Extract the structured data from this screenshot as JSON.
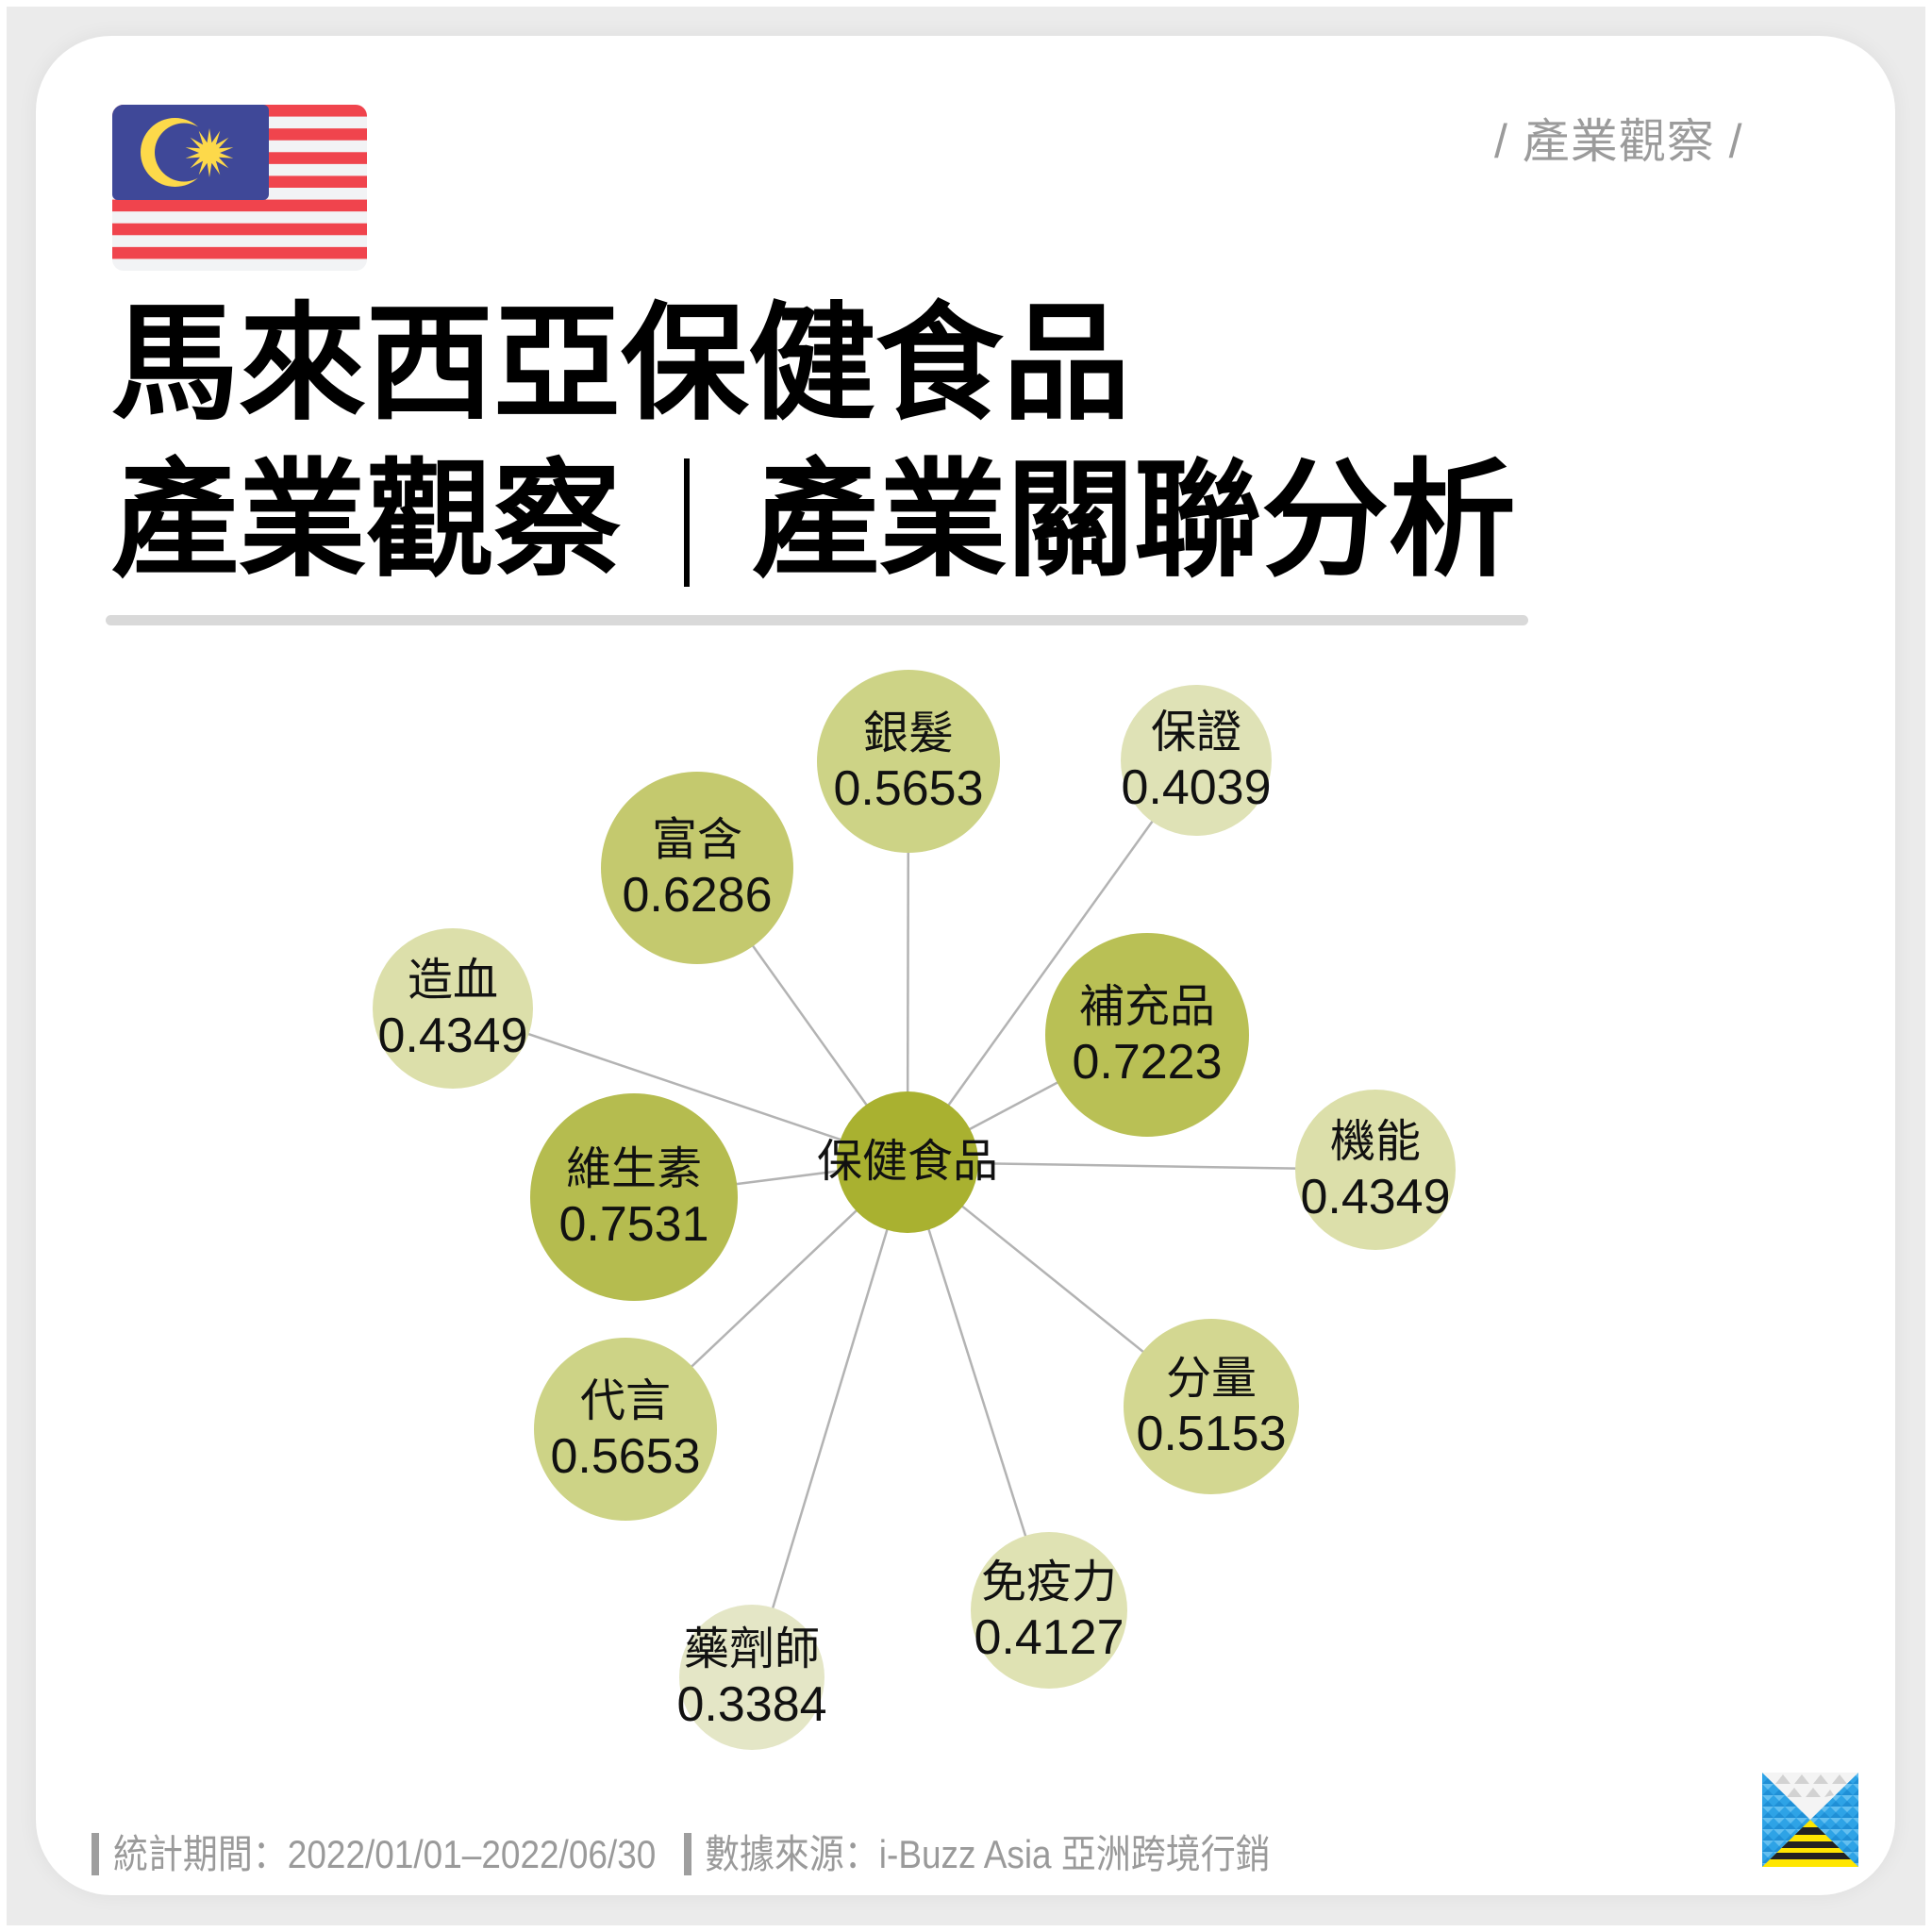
{
  "header": {
    "flag_icon": "malaysia-flag-icon",
    "tag": "/ 產業觀察 /"
  },
  "title": {
    "line1": "馬來西亞保健食品",
    "line2_left": "產業觀察",
    "line2_right": "產業關聯分析"
  },
  "colors": {
    "title": "#000000",
    "divider": "#d9d9d9",
    "edge": "#b3b3b3",
    "footer_text": "#9a9a9a",
    "flag_blue": "#3f4898",
    "flag_red": "#f0444d",
    "flag_yellow": "#fdd94a"
  },
  "chart_data": {
    "type": "network",
    "title": "馬來西亞保健食品 產業觀察｜產業關聯分析",
    "description": "Keyword association network: center keyword linked to related keywords with association scores; bubble size and color intensity scale with score",
    "center": {
      "label": "保健食品",
      "color": "#a9b130"
    },
    "nodes": [
      {
        "label": "銀髮",
        "value": 0.5653,
        "color": "#cdd386"
      },
      {
        "label": "保證",
        "value": 0.4039,
        "color": "#dfe2b6"
      },
      {
        "label": "補充品",
        "value": 0.7223,
        "color": "#b9c055"
      },
      {
        "label": "機能",
        "value": 0.4349,
        "color": "#dcdfaa"
      },
      {
        "label": "分量",
        "value": 0.5153,
        "color": "#d3d791"
      },
      {
        "label": "免疫力",
        "value": 0.4127,
        "color": "#dfe2b3"
      },
      {
        "label": "藥劑師",
        "value": 0.3384,
        "color": "#e4e6c6"
      },
      {
        "label": "代言",
        "value": 0.5653,
        "color": "#cdd386"
      },
      {
        "label": "維生素",
        "value": 0.7531,
        "color": "#b5bc4f"
      },
      {
        "label": "造血",
        "value": 0.4349,
        "color": "#dcdfaa"
      },
      {
        "label": "富含",
        "value": 0.6286,
        "color": "#c4c96e"
      }
    ],
    "edges": "center connected to every node"
  },
  "footer": {
    "period": "統計期間：2022/01/01–2022/06/30",
    "source": "數據來源：i-Buzz Asia 亞洲跨境行銷",
    "logo_icon": "i-buzz-logo-icon"
  }
}
